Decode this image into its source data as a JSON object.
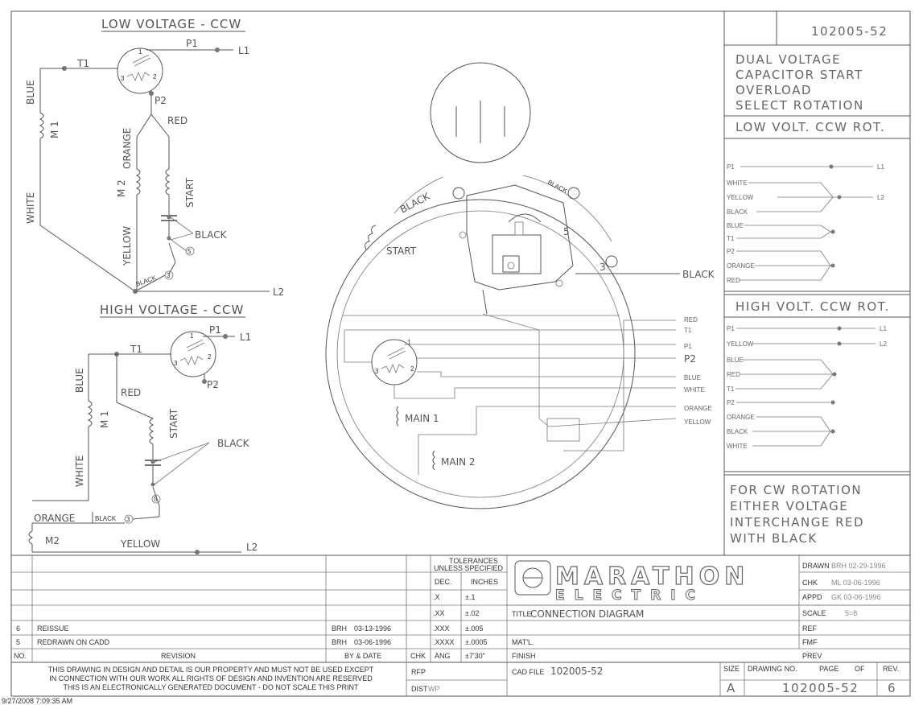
{
  "low_voltage": {
    "title": "LOW VOLTAGE - CCW",
    "p1": "P1",
    "l1": "L1",
    "t1": "T1",
    "p2": "P2",
    "red": "RED",
    "blue": "BLUE",
    "m1": "M 1",
    "orange": "ORANGE",
    "m2": "M 2",
    "start": "START",
    "white": "WHITE",
    "yellow": "YELLOW",
    "black": "BLACK",
    "black_small": "BLACK",
    "l2": "L2",
    "t1_num": "1",
    "t3_num": "3",
    "t2_num": "2",
    "t5_num": "5"
  },
  "high_voltage": {
    "title": "HIGH VOLTAGE - CCW",
    "p1": "P1",
    "l1": "L1",
    "t1": "T1",
    "p2": "P2",
    "red": "RED",
    "blue": "BLUE",
    "m1": "M 1",
    "start": "START",
    "white": "WHITE",
    "black": "BLACK",
    "orange": "ORANGE",
    "black_small": "BLACK",
    "m2": "M2",
    "yellow": "YELLOW",
    "l2": "L2",
    "t1_num": "1",
    "t3_num": "3",
    "t2_num": "2",
    "t5_num": "5"
  },
  "motor": {
    "black_top": "BLACK",
    "black_left": "BLACK",
    "start": "START",
    "num5": "5",
    "num3": "3",
    "black_right": "BLACK",
    "red": "RED",
    "t1": "T1",
    "p1": "P1",
    "p2": "P2",
    "blue": "BLUE",
    "white": "WHITE",
    "orange": "ORANGE",
    "yellow": "YELLOW",
    "main1": "MAIN 1",
    "main2": "MAIN 2",
    "c1": "1",
    "c3": "3",
    "c2": "2"
  },
  "panel": {
    "drawing_number": "102005-52",
    "description": [
      "DUAL VOLTAGE",
      "CAPACITOR START",
      "OVERLOAD",
      "SELECT ROTATION"
    ],
    "low_title": "LOW VOLT. CCW ROT.",
    "low_leads": [
      "P1",
      "WHITE",
      "YELLOW",
      "BLACK",
      "BLUE",
      "T1",
      "P2",
      "ORANGE",
      "RED"
    ],
    "low_l1": "L1",
    "low_l2": "L2",
    "high_title": "HIGH VOLT. CCW ROT.",
    "high_leads": [
      "P1",
      "YELLOW",
      "BLUE",
      "RED",
      "T1",
      "P2",
      "ORANGE",
      "BLACK",
      "WHITE"
    ],
    "high_l1": "L1",
    "high_l2": "L2",
    "note": [
      "FOR CW ROTATION",
      "EITHER VOLTAGE",
      "INTERCHANGE RED",
      "WITH BLACK"
    ]
  },
  "title_block": {
    "revisions": [
      {
        "no": "6",
        "desc": "REISSUE",
        "by": "BRH",
        "date": "03-13-1996"
      },
      {
        "no": "5",
        "desc": "REDRAWN ON CADD",
        "by": "BRH",
        "date": "03-06-1996"
      }
    ],
    "rev_headers": {
      "no": "NO.",
      "revision": "REVISION",
      "by_date": "BY & DATE",
      "chk": "CHK"
    },
    "tolerances_title": [
      "TOLERANCES",
      "UNLESS SPECIFIED"
    ],
    "tol_headers": [
      "DEC.",
      "INCHES"
    ],
    "tolerances": [
      {
        "dec": ".X",
        "inches": "±.1"
      },
      {
        "dec": ".XX",
        "inches": "±.02"
      },
      {
        "dec": ".XXX",
        "inches": "±.005"
      },
      {
        "dec": ".XXXX",
        "inches": "±.0005"
      },
      {
        "dec": "ANG",
        "inches": "±7'30\""
      }
    ],
    "logo_top": "MARATHON",
    "logo_bottom": "ELECTRIC",
    "title_label": "TITLE",
    "title_value": "CONNECTION DIAGRAM",
    "matl_label": "MAT'L.",
    "finish_label": "FINISH",
    "cad_label": "CAD FILE",
    "cad_value": "102005-52",
    "drawn_label": "DRAWN",
    "drawn_value": "BRH  02-29-1996",
    "chk_label": "CHK",
    "chk_value": "ML  03-06-1996",
    "appd_label": "APPD",
    "appd_value": "GK  03-06-1996",
    "scale_label": "SCALE",
    "scale_value": "5=8",
    "ref_label": "REF",
    "fmf_label": "FMF",
    "prev_label": "PREV",
    "rfp_label": "RFP",
    "dist_label": "DIST",
    "dist_value": "WP",
    "size_label": "SIZE",
    "size_value": "A",
    "dwg_label": "DRAWING NO.",
    "page_label": "PAGE",
    "of_label": "OF",
    "rev_label": "REV.",
    "dwg_value": "102005-52",
    "rev_value": "6",
    "disclaimer": [
      "THIS DRAWING IN DESIGN AND DETAIL IS OUR PROPERTY AND MUST NOT BE USED EXCEPT",
      "IN CONNECTION WITH OUR WORK ALL RIGHTS OF DESIGN AND INVENTION ARE RESERVED",
      "THIS IS AN ELECTRONICALLY GENERATED DOCUMENT - DO NOT SCALE THIS PRINT"
    ]
  },
  "timestamp": "9/27/2008 7:09:35 AM"
}
